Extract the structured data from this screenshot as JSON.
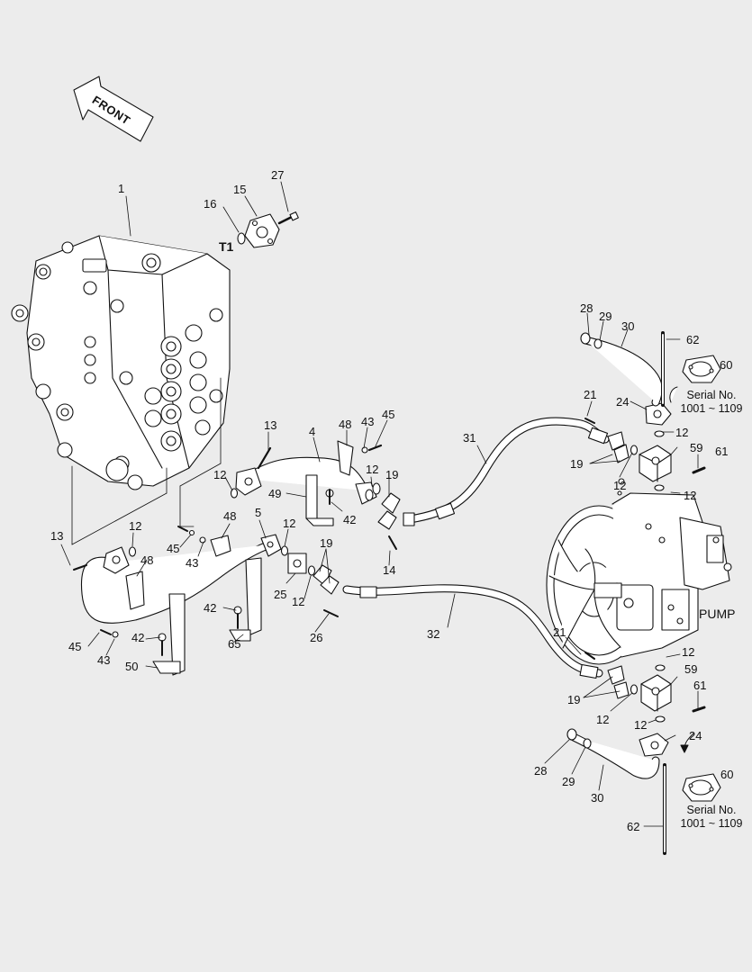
{
  "front_label": "FRONT",
  "port_label": "T1",
  "pump_label": "PUMP",
  "serial_label": "Serial No.",
  "serial_range": "1001 ~ 1109",
  "part_numbers": [
    "1",
    "4",
    "5",
    "12",
    "13",
    "14",
    "15",
    "16",
    "19",
    "21",
    "24",
    "25",
    "26",
    "27",
    "28",
    "29",
    "30",
    "31",
    "32",
    "42",
    "43",
    "45",
    "48",
    "49",
    "50",
    "59",
    "60",
    "61",
    "62",
    "65"
  ],
  "colors": {
    "background": "#ececec",
    "line": "#111111",
    "fill": "#ffffff",
    "shade": "#d8d8d8"
  }
}
